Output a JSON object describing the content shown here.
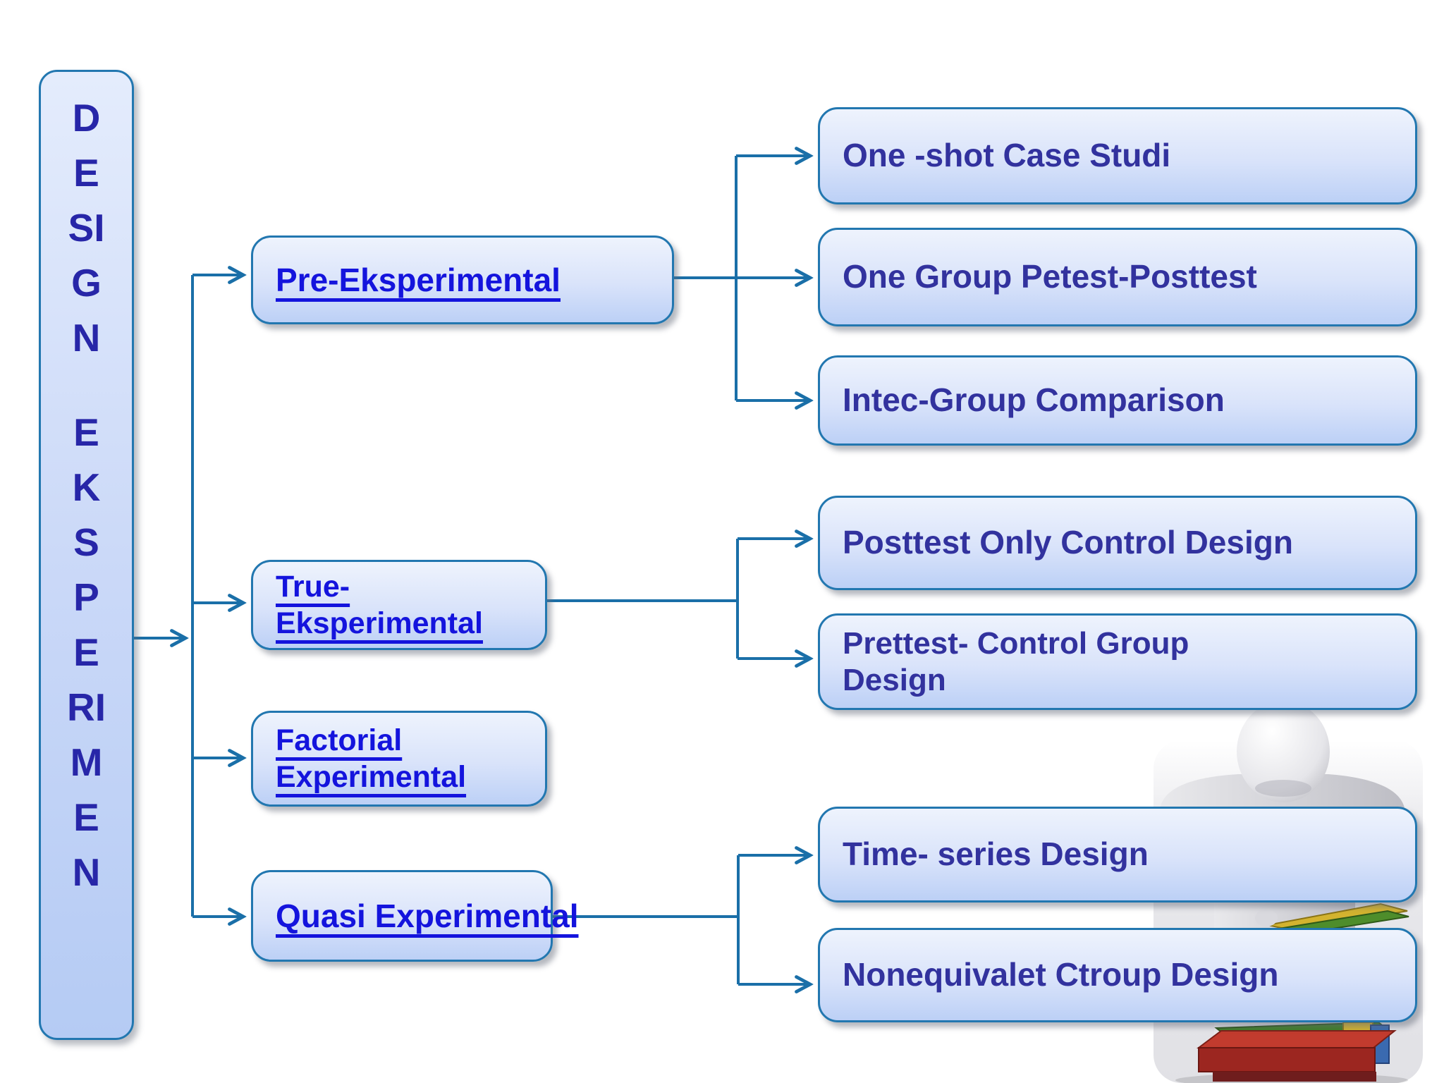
{
  "sidebar": {
    "word_top": "DESIGN",
    "word_bottom": "EKSPERIMEN"
  },
  "categories": {
    "pre": {
      "line1": "Pre-Eksperimental"
    },
    "true_exp": {
      "line1": "True-",
      "line2": "Eksperimental"
    },
    "factorial": {
      "line1": "Factorial",
      "line2": "Experimental"
    },
    "quasi": {
      "line1": "Quasi Experimental"
    }
  },
  "leaves": {
    "one_shot": {
      "line1": "One -shot Case Studi"
    },
    "one_group": {
      "line1": "One Group Petest-Posttest"
    },
    "intec": {
      "line1": "Intec-Group Comparison"
    },
    "posttest_only": {
      "line1": "Posttest Only Control Design"
    },
    "prettest": {
      "line1": "Prettest- Control Group",
      "line2": "Design"
    },
    "time_series": {
      "line1": "Time- series Design"
    },
    "nonequivalent": {
      "line1": "Nonequivalet Ctroup Design"
    }
  },
  "colors": {
    "box_border": "#2277b0",
    "box_fill_top": "#eef3fd",
    "box_fill_bottom": "#bcd0f6",
    "connector": "#1a6fa8",
    "category_text": "#1414dd",
    "leaf_text": "#32329e",
    "sidebar_text": "#2726a8"
  },
  "illustration": {
    "name": "3d-person-holding-books",
    "book_colors": [
      "#d3b32f",
      "#4e8d2b",
      "#c23b2e",
      "#6f1d1d",
      "#3a6ab0"
    ]
  }
}
